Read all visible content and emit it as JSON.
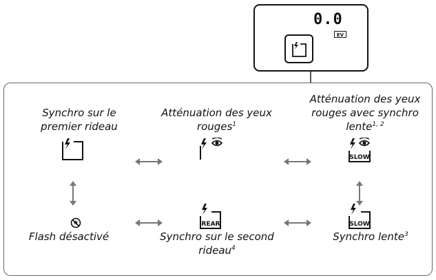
{
  "lcd": {
    "value": "0.0",
    "unit_badge": "EV"
  },
  "modes": {
    "front_curtain": {
      "label": "Synchro sur le premier rideau",
      "note": ""
    },
    "red_eye": {
      "label": "Atténuation des yeux rouges",
      "note": "1"
    },
    "red_eye_slow": {
      "label": "Atténuation des yeux rouges avec synchro lente",
      "note": "1, 2"
    },
    "flash_off": {
      "label": "Flash désactivé",
      "note": ""
    },
    "rear_curtain": {
      "label": "Synchro sur le second rideau",
      "note": "4"
    },
    "slow_sync": {
      "label": "Synchro lente",
      "note": "3"
    }
  },
  "icon_text": {
    "slow": "SLOW",
    "rear": "REAR"
  },
  "icons": [
    "flash-icon",
    "red-eye-icon",
    "flash-off-icon",
    "double-arrow-icon"
  ]
}
